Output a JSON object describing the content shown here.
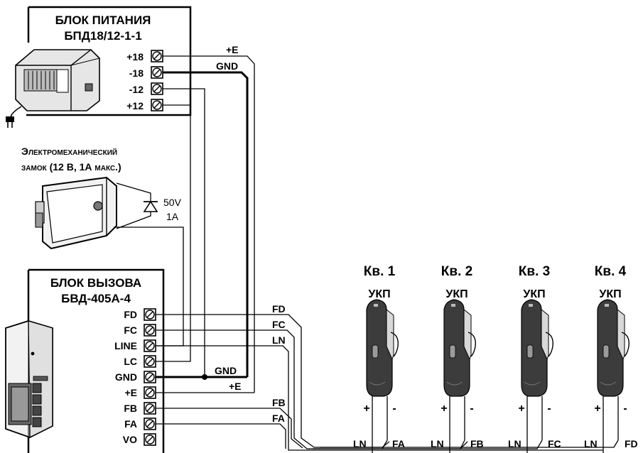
{
  "power_supply": {
    "title_line1": "БЛОК ПИТАНИЯ",
    "title_line2": "БПД18/12-1-1",
    "terminals": [
      "+18",
      "-18",
      "-12",
      "+12"
    ]
  },
  "power_wires": {
    "e": "+E",
    "gnd": "GND"
  },
  "lock": {
    "label_line1": "Электромеханический",
    "label_line2": "замок (12 В, 1А макс.)"
  },
  "diode": {
    "voltage": "50V",
    "current": "1A"
  },
  "call_unit": {
    "title_line1": "БЛОК ВЫЗОВА",
    "title_line2": "БВД-405А-4",
    "terminals": [
      "FD",
      "FC",
      "LINE",
      "LC",
      "GND",
      "+E",
      "FB",
      "FA",
      "VO"
    ]
  },
  "call_wires": {
    "fd": "FD",
    "fc": "FC",
    "ln": "LN",
    "gnd": "GND",
    "e": "+E",
    "fb": "FB",
    "fa": "FA"
  },
  "apartments": [
    {
      "title": "Кв. 1",
      "device": "УКП",
      "plus": "+",
      "minus": "-",
      "line": "LN",
      "signal": "FA"
    },
    {
      "title": "Кв. 2",
      "device": "УКП",
      "plus": "+",
      "minus": "-",
      "line": "LN",
      "signal": "FB"
    },
    {
      "title": "Кв. 3",
      "device": "УКП",
      "plus": "+",
      "minus": "-",
      "line": "LN",
      "signal": "FC"
    },
    {
      "title": "Кв. 4",
      "device": "УКП",
      "plus": "+",
      "minus": "-",
      "line": "LN",
      "signal": "FD"
    }
  ]
}
